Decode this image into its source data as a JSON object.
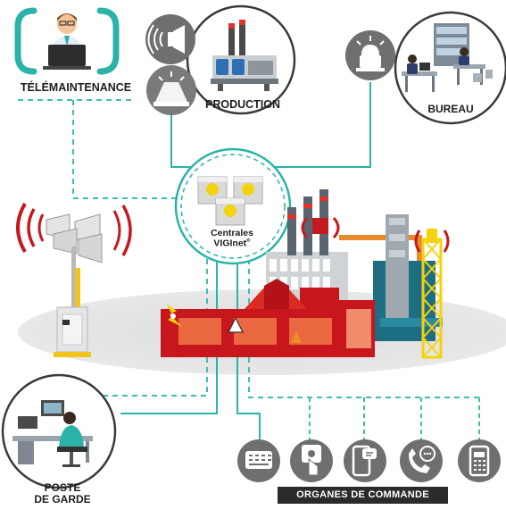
{
  "nodes": {
    "telemaintenance": "TÉLÉMAINTENANCE",
    "production": "PRODUCTION",
    "bureau": "BUREAU",
    "centrales_line1": "Centrales",
    "centrales_line2": "VIGInet",
    "centrales_mark": "®",
    "poste_line1": "POSTE",
    "poste_line2": "DE GARDE",
    "organes": "ORGANES DE COMMANDE"
  },
  "colors": {
    "teal": "#2bb3a8",
    "dashed_teal": "#3bbfb5",
    "circle_border": "#3a3a3a",
    "factory_red": "#c8161d",
    "factory_orange": "#e9683f",
    "factory_blue": "#1d6e82",
    "tower_yellow": "#f5d20f",
    "siren_red": "#c41a1f"
  },
  "icons": [
    "screen-user-icon",
    "speaker-icon",
    "flash-light-icon",
    "beacon-icon",
    "keypad-icon",
    "push-button-icon",
    "phone-message-icon",
    "phone-call-icon",
    "badge-reader-icon"
  ]
}
